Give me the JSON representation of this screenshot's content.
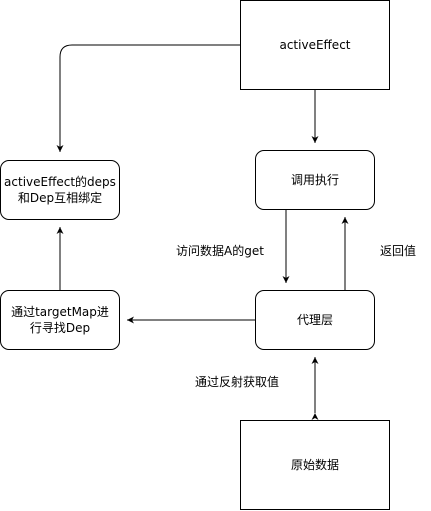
{
  "nodes": {
    "active_effect": "activeEffect",
    "invoke": "调用执行",
    "bind_deps": "activeEffect的deps\n和Dep互相绑定",
    "proxy_layer": "代理层",
    "find_dep": "通过targetMap进\n行寻找Dep",
    "raw_data": "原始数据"
  },
  "edges": {
    "access_get": "访问数据A的get",
    "return_value": "返回值",
    "reflect_get": "通过反射获取值"
  },
  "colors": {
    "stroke": "#000000",
    "fill": "#ffffff"
  }
}
